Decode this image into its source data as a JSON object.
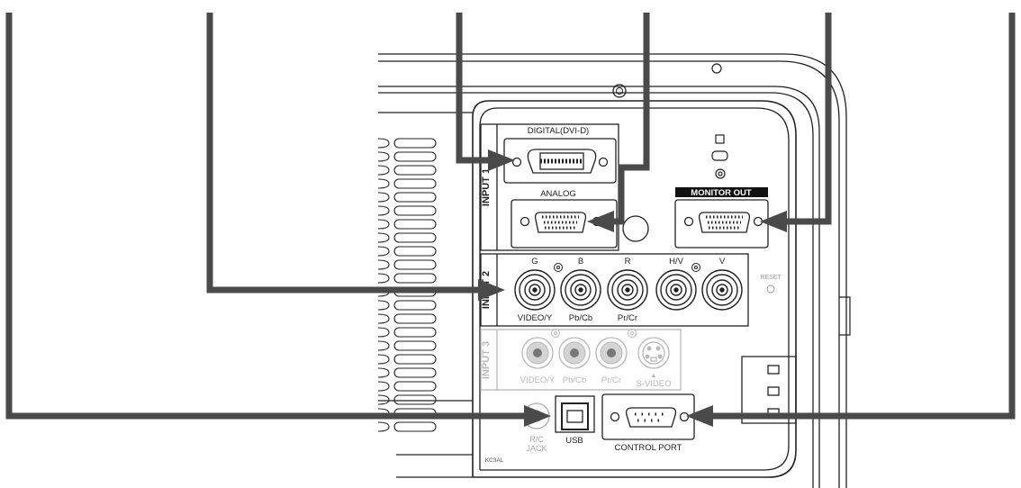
{
  "input1": {
    "label": "INPUT 1",
    "digital_label": "DIGITAL(DVI-D)",
    "analog_label": "ANALOG"
  },
  "monitor_out": {
    "label": "MONITOR OUT"
  },
  "input2": {
    "label": "INPUT 2",
    "top_labels": [
      "G",
      "B",
      "R",
      "H/V",
      "V"
    ],
    "bottom_labels": [
      "VIDEO/Y",
      "Pb/Cb",
      "Pr/Cr"
    ]
  },
  "input3": {
    "label": "INPUT 3",
    "labels": [
      "VIDEO/Y",
      "Pb/Cb",
      "Pr/Cr",
      "S-VIDEO"
    ]
  },
  "reset": {
    "label": "RESET"
  },
  "rc_jack": {
    "label_line1": "R/C",
    "label_line2": "JACK"
  },
  "usb": {
    "label": "USB"
  },
  "control_port": {
    "label": "CONTROL PORT"
  },
  "corner_code": "KC3AL",
  "colors": {
    "arrow": "#4a4a4a",
    "line": "#222222",
    "faint": "#b8b8b8",
    "label_bg": "#111111"
  }
}
